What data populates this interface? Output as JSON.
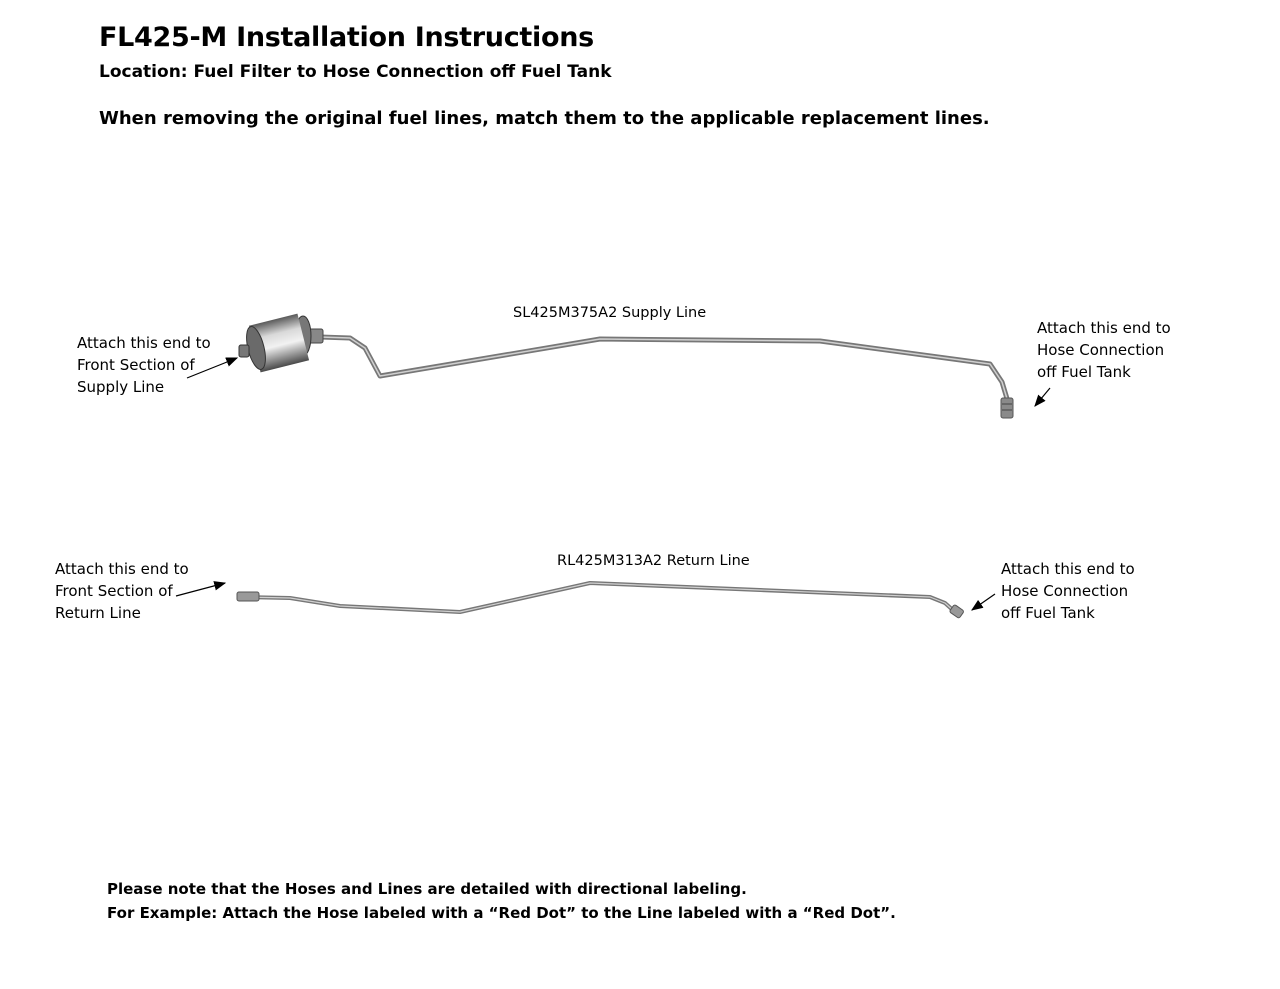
{
  "header": {
    "title": "FL425-M Installation Instructions",
    "location": "Location: Fuel Filter to Hose Connection off Fuel Tank",
    "instruction": "When removing the original fuel lines, match them to the applicable replacement lines."
  },
  "supply_line": {
    "part_label": "SL425M375A2 Supply Line",
    "front_callout": [
      "Attach this end to",
      "Front Section of",
      "Supply Line"
    ],
    "tank_callout": [
      "Attach this end to",
      "Hose Connection",
      "off Fuel Tank"
    ]
  },
  "return_line": {
    "part_label": "RL425M313A2 Return Line",
    "front_callout": [
      "Attach this end to",
      "Front Section of",
      "Return Line"
    ],
    "tank_callout": [
      "Attach this end to",
      "Hose Connection",
      "off Fuel Tank"
    ]
  },
  "footer": {
    "note_line1": "Please note that the Hoses and Lines are detailed with directional labeling.",
    "note_line2": "For Example: Attach the Hose labeled with a “Red Dot” to the Line labeled with a “Red Dot”."
  },
  "colors": {
    "tube": "#8a8a8a",
    "tube_highlight": "#cfcfcf",
    "filter_body": "#9e9e9e"
  }
}
